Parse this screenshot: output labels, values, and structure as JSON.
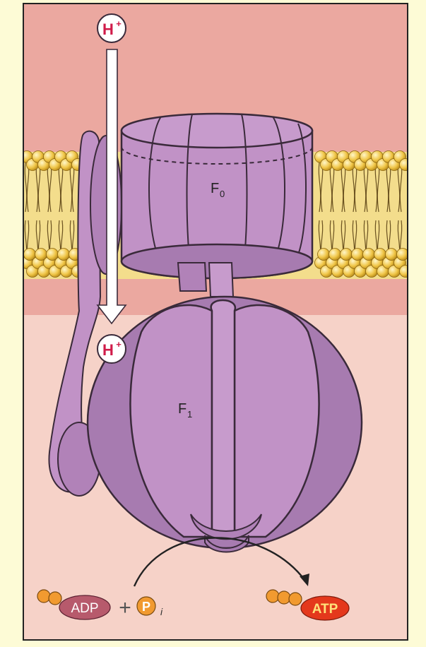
{
  "labels": {
    "f0": "F",
    "f0_sub": "0",
    "f1": "F",
    "f1_sub": "1",
    "proton_top": "H",
    "proton_top_sup": "+",
    "proton_bottom": "H",
    "proton_bottom_sup": "+",
    "adp": "ADP",
    "plus": "+",
    "pi": "P",
    "pi_sub": "i",
    "atp": "ATP"
  },
  "colors": {
    "page_bg": "#fdfbd6",
    "intermembrane": "#eba8a0",
    "matrix": "#f6d2c8",
    "protein": "#c192c6",
    "protein_dark": "#a77bb0",
    "outline": "#3a2a3a",
    "lipid_head": "#f0c648",
    "adp": "#b75a6c",
    "atp": "#e4381c",
    "phosphate": "#f19a30",
    "proton_text": "#d01c4a"
  }
}
